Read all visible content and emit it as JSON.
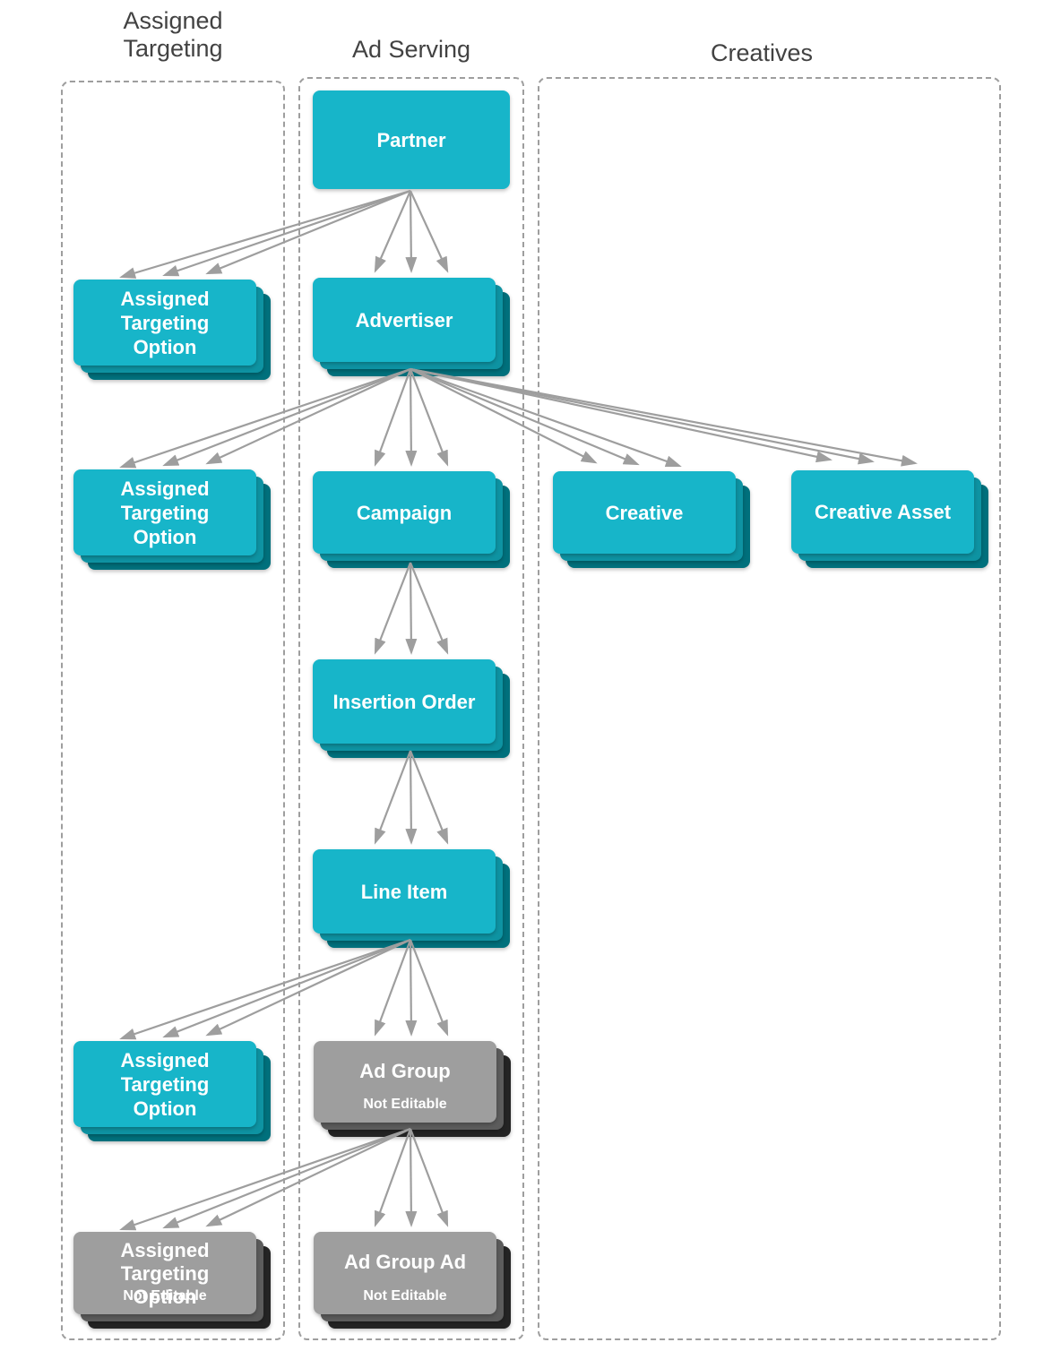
{
  "diagram": {
    "columns": [
      {
        "id": "assigned_targeting",
        "title": "Assigned Targeting"
      },
      {
        "id": "ad_serving",
        "title": "Ad Serving"
      },
      {
        "id": "creatives",
        "title": "Creatives"
      }
    ],
    "nodes": [
      {
        "id": "partner",
        "label": "Partner",
        "column": "ad_serving",
        "editable": true,
        "stacked": false
      },
      {
        "id": "advertiser",
        "label": "Advertiser",
        "column": "ad_serving",
        "editable": true,
        "stacked": true
      },
      {
        "id": "assigned_targeting_option_1",
        "label": "Assigned Targeting Option",
        "column": "assigned_targeting",
        "editable": true,
        "stacked": true
      },
      {
        "id": "campaign",
        "label": "Campaign",
        "column": "ad_serving",
        "editable": true,
        "stacked": true
      },
      {
        "id": "assigned_targeting_option_2",
        "label": "Assigned Targeting Option",
        "column": "assigned_targeting",
        "editable": true,
        "stacked": true
      },
      {
        "id": "creative",
        "label": "Creative",
        "column": "creatives",
        "editable": true,
        "stacked": true
      },
      {
        "id": "creative_asset",
        "label": "Creative Asset",
        "column": "creatives",
        "editable": true,
        "stacked": true
      },
      {
        "id": "insertion_order",
        "label": "Insertion Order",
        "column": "ad_serving",
        "editable": true,
        "stacked": true
      },
      {
        "id": "line_item",
        "label": "Line Item",
        "column": "ad_serving",
        "editable": true,
        "stacked": true
      },
      {
        "id": "assigned_targeting_option_3",
        "label": "Assigned Targeting Option",
        "column": "assigned_targeting",
        "editable": true,
        "stacked": true
      },
      {
        "id": "ad_group",
        "label": "Ad Group",
        "sublabel": "Not Editable",
        "column": "ad_serving",
        "editable": false,
        "stacked": true
      },
      {
        "id": "assigned_targeting_option_4",
        "label": "Assigned Targeting Option",
        "sublabel": "Not Editable",
        "column": "assigned_targeting",
        "editable": false,
        "stacked": true
      },
      {
        "id": "ad_group_ad",
        "label": "Ad Group Ad",
        "sublabel": "Not Editable",
        "column": "ad_serving",
        "editable": false,
        "stacked": true
      }
    ],
    "edges": [
      {
        "from": "partner",
        "to": "advertiser"
      },
      {
        "from": "partner",
        "to": "assigned_targeting_option_1"
      },
      {
        "from": "advertiser",
        "to": "assigned_targeting_option_2"
      },
      {
        "from": "advertiser",
        "to": "campaign"
      },
      {
        "from": "advertiser",
        "to": "creative"
      },
      {
        "from": "advertiser",
        "to": "creative_asset"
      },
      {
        "from": "campaign",
        "to": "insertion_order"
      },
      {
        "from": "insertion_order",
        "to": "line_item"
      },
      {
        "from": "line_item",
        "to": "assigned_targeting_option_3"
      },
      {
        "from": "line_item",
        "to": "ad_group"
      },
      {
        "from": "ad_group",
        "to": "assigned_targeting_option_4"
      },
      {
        "from": "ad_group",
        "to": "ad_group_ad"
      }
    ],
    "colors": {
      "editable_fill": "#17B5C9",
      "editable_layer2": "#0E93A2",
      "editable_layer3": "#00707C",
      "not_editable_fill": "#9E9E9E",
      "not_editable_layer2": "#5C5C5C",
      "not_editable_layer3": "#242424",
      "arrow": "#9E9E9E",
      "container_border": "#9E9E9E",
      "header_text": "#424242",
      "label_text": "#FFFFFF"
    }
  }
}
